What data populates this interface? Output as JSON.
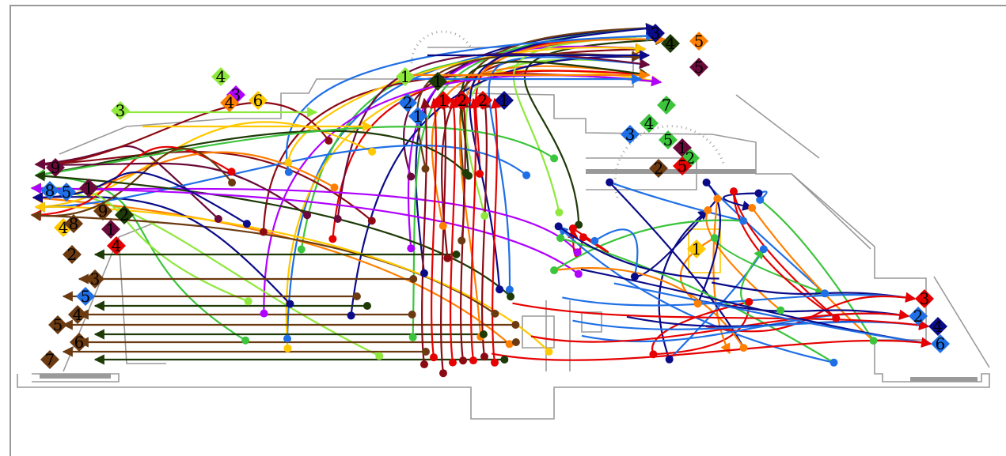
{
  "palette": {
    "navy": "#0b0b8a",
    "blue": "#1f6fe6",
    "red": "#e60000",
    "darkred": "#8b0a14",
    "green": "#3cc43c",
    "lime": "#8fe83c",
    "orange": "#ff7f00",
    "yellow": "#ffc800",
    "brown": "#6b3a10",
    "maroon": "#6a0a3a",
    "darkgreen": "#1e3a06",
    "purple": "#b000ff",
    "gray": "#9a9a9a"
  },
  "markers": [
    {
      "id": "m1",
      "label": "4",
      "color": "lime"
    },
    {
      "id": "m2",
      "label": "3",
      "color": "purple"
    },
    {
      "id": "m3",
      "label": "4",
      "color": "orange"
    },
    {
      "id": "m4",
      "label": "6",
      "color": "yellow"
    },
    {
      "id": "m5",
      "label": "3",
      "color": "lime"
    },
    {
      "id": "m6",
      "label": "1",
      "color": "lime"
    },
    {
      "id": "m7",
      "label": "1",
      "color": "darkgreen"
    },
    {
      "id": "m8",
      "label": "2",
      "color": "blue"
    },
    {
      "id": "m9",
      "label": "1",
      "color": "red"
    },
    {
      "id": "m10",
      "label": "2",
      "color": "red"
    },
    {
      "id": "m11",
      "label": "1",
      "color": "blue"
    },
    {
      "id": "m12",
      "label": "2",
      "color": "red"
    },
    {
      "id": "m13",
      "label": "1",
      "color": "navy"
    },
    {
      "id": "m14",
      "label": "7",
      "color": "green"
    },
    {
      "id": "m15",
      "label": "4",
      "color": "green"
    },
    {
      "id": "m16",
      "label": "3",
      "color": "blue"
    },
    {
      "id": "m17",
      "label": "5",
      "color": "green"
    },
    {
      "id": "m18",
      "label": "1",
      "color": "maroon"
    },
    {
      "id": "m19",
      "label": "2",
      "color": "green"
    },
    {
      "id": "m20",
      "label": "5",
      "color": "red"
    },
    {
      "id": "m21",
      "label": "2",
      "color": "brown"
    },
    {
      "id": "m22",
      "label": "5",
      "color": "orange"
    },
    {
      "id": "m23",
      "label": "3",
      "color": "navy"
    },
    {
      "id": "m24",
      "label": "4",
      "color": "darkgreen"
    },
    {
      "id": "m25",
      "label": "5",
      "color": "maroon"
    },
    {
      "id": "m26",
      "label": "3",
      "color": "red"
    },
    {
      "id": "m27",
      "label": "2",
      "color": "blue"
    },
    {
      "id": "m28",
      "label": "4",
      "color": "navy"
    },
    {
      "id": "m29",
      "label": "6",
      "color": "blue"
    },
    {
      "id": "m30",
      "label": "9",
      "color": "maroon"
    },
    {
      "id": "m31",
      "label": "8",
      "color": "blue"
    },
    {
      "id": "m32",
      "label": "5",
      "color": "blue"
    },
    {
      "id": "m33",
      "label": "1",
      "color": "maroon"
    },
    {
      "id": "m34",
      "label": "9",
      "color": "brown"
    },
    {
      "id": "m35",
      "label": "2",
      "color": "darkgreen"
    },
    {
      "id": "m36",
      "label": "4",
      "color": "yellow"
    },
    {
      "id": "m37",
      "label": "8",
      "color": "brown"
    },
    {
      "id": "m38",
      "label": "1",
      "color": "maroon"
    },
    {
      "id": "m39",
      "label": "4",
      "color": "red"
    },
    {
      "id": "m40",
      "label": "2",
      "color": "brown"
    },
    {
      "id": "m41",
      "label": "3",
      "color": "brown"
    },
    {
      "id": "m42",
      "label": "5",
      "color": "blue"
    },
    {
      "id": "m43",
      "label": "4",
      "color": "brown"
    },
    {
      "id": "m44",
      "label": "5",
      "color": "brown"
    },
    {
      "id": "m45",
      "label": "6",
      "color": "brown"
    },
    {
      "id": "m46",
      "label": "7",
      "color": "brown"
    },
    {
      "id": "m47",
      "label": "1",
      "color": "yellow"
    }
  ]
}
